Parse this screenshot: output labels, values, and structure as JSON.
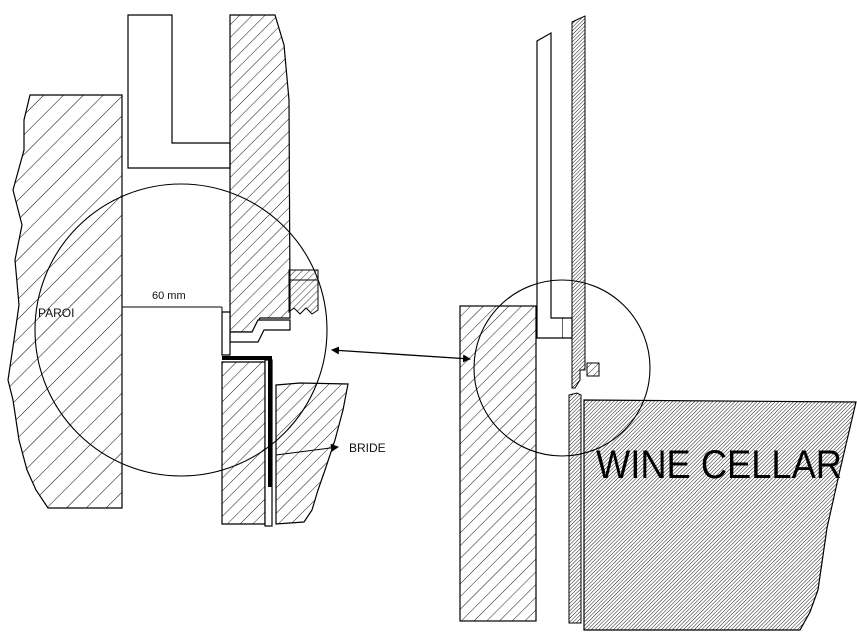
{
  "labels": {
    "paroi": "PAROI",
    "dimension": "60 mm",
    "bride": "BRIDE",
    "wine_cellar": "WINE CELLAR"
  }
}
